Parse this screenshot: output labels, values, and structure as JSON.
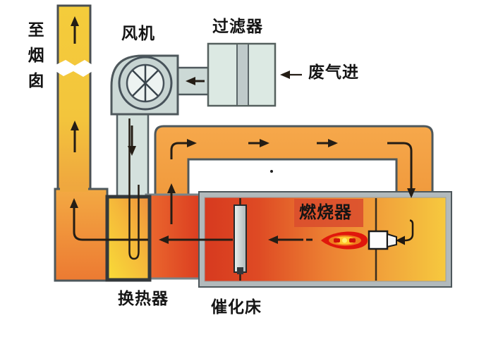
{
  "diagram": {
    "type": "process-flow-diagram",
    "subject": "catalytic-combustion-waste-gas-system",
    "labels": {
      "to_chimney": "至烟囱",
      "fan": "风机",
      "filter": "过滤器",
      "waste_gas_in": "废气进",
      "burner": "燃烧器",
      "heat_exchanger": "换热器",
      "catalytic_bed": "催化床"
    },
    "colors": {
      "chimney_gold": "#F3C83B",
      "duct_orange": "#F2A144",
      "hot_red": "#D93A1F",
      "heat_exchanger_yellow": "#F8DC38",
      "pipe_gray_blue": "#D4E1DD",
      "filter_gray_green": "#DCE9E3",
      "chamber_border_gray": "#B2BABC",
      "outline_gray": "#4E585C",
      "flame_red": "#E0170C",
      "flame_yellow": "#FFC92E",
      "arrow_black": "#241D15",
      "background": "#FFFFFF"
    }
  }
}
